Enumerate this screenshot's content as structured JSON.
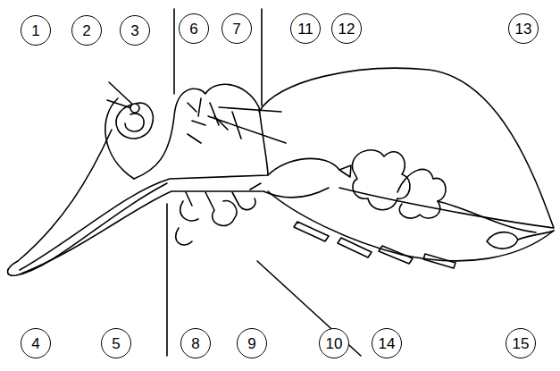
{
  "diagram": {
    "nodes": [
      {
        "text": [
          "1"
        ]
      },
      {
        "text": [
          "2"
        ]
      },
      {
        "text": [
          "3"
        ]
      },
      {
        "text": [
          "6"
        ]
      },
      {
        "text": [
          "7"
        ]
      },
      {
        "text": [
          "11"
        ]
      },
      {
        "text": [
          "12"
        ]
      },
      {
        "text": [
          "13"
        ]
      },
      {
        "text": [
          "4"
        ]
      },
      {
        "text": [
          "5"
        ]
      },
      {
        "text": [
          "8"
        ]
      },
      {
        "text": [
          "9"
        ]
      },
      {
        "text": [
          "10"
        ]
      },
      {
        "text": [
          "14"
        ]
      },
      {
        "text": [
          "15"
        ]
      }
    ]
  }
}
